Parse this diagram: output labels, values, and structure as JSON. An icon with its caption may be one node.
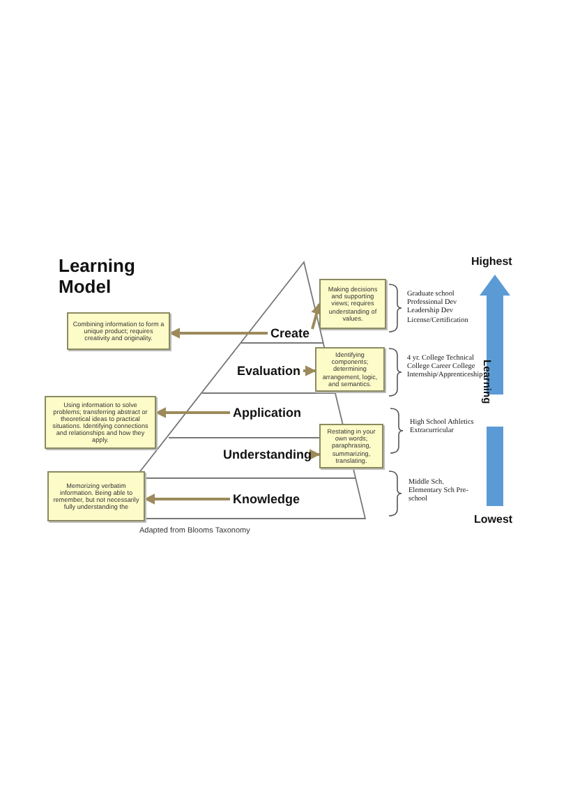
{
  "diagram": {
    "title": "Learning Model",
    "caption": "Adapted from Blooms Taxonomy",
    "nodes": [
      {
        "text": [
          "Create"
        ]
      },
      {
        "text": [
          "Evaluation"
        ]
      },
      {
        "text": [
          "Application"
        ]
      },
      {
        "text": [
          "Understanding"
        ]
      },
      {
        "text": [
          "Knowledge"
        ]
      },
      {
        "text": [
          "Combining information to form a unique product; requires creativity and originality."
        ]
      },
      {
        "text": [
          "Making decisions and supporting views; requires understanding of values."
        ]
      },
      {
        "text": [
          "Identifying components; determining arrangement, logic, and semantics."
        ]
      },
      {
        "text": [
          "Using information to solve problems; transferring abstract or theoretical ideas to practical situations. Identifying connections and relationships and how they apply."
        ]
      },
      {
        "text": [
          "Restating in your own words; paraphrasing, summarizing, translating."
        ]
      },
      {
        "text": [
          "Memorizing verbatim information. Being able to remember, but not necessarily fully understanding the"
        ]
      }
    ],
    "edges": [
      {
        "from": 0,
        "to": 5,
        "arrow": "to"
      },
      {
        "from": 0,
        "to": 6,
        "arrow": "to"
      },
      {
        "from": 1,
        "to": 7,
        "arrow": "to"
      },
      {
        "from": 2,
        "to": 8,
        "arrow": "to"
      },
      {
        "from": 3,
        "to": 9,
        "arrow": "to"
      },
      {
        "from": 4,
        "to": 10,
        "arrow": "to"
      }
    ],
    "labels": [
      "Highest",
      "Graduate school Professional Dev Leadership Dev License/Certification",
      "4 yr. College Technical College Career College Internship/Apprenticeship",
      "Learning",
      "High School Athletics Extracurricular",
      "Middle Sch. Elementary Sch Pre-school",
      "Lowest"
    ]
  }
}
